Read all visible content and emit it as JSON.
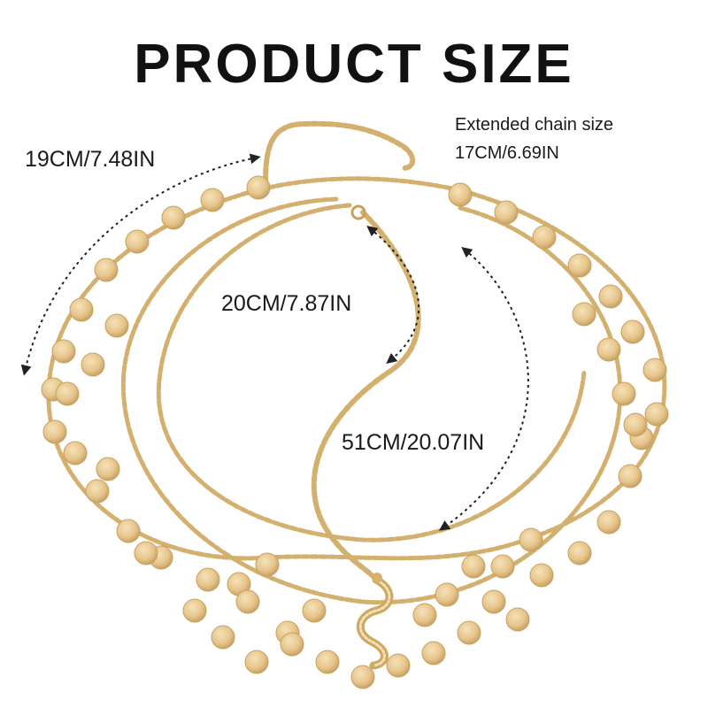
{
  "title": "PRODUCT SIZE",
  "measurements": {
    "side_chain": "19CM/7.48IN",
    "extended_chain_title": "Extended chain size",
    "extended_chain_value": "17CM/6.69IN",
    "drop_chain": "20CM/7.87IN",
    "front_chain": "51CM/20.07IN"
  },
  "colors": {
    "gold": "#e3c48a",
    "gold_dark": "#b8904f",
    "coin_light": "#f0d7a8",
    "arrow": "#222222"
  },
  "icons": {
    "pendant": "snake-pendant-icon"
  }
}
